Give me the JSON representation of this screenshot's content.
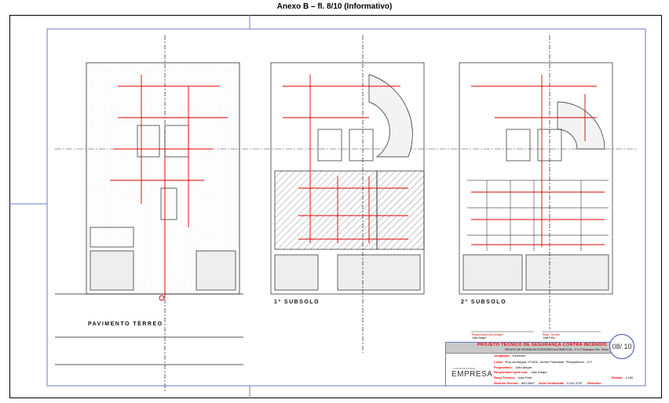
{
  "header": {
    "title": "Anexo B – fl. 8/10 (Informativo)"
  },
  "plans": [
    {
      "label": "PAVIMENTO TÉRREO"
    },
    {
      "label": "1º SUBSOLO"
    },
    {
      "label": "2º SUBSOLO"
    }
  ],
  "signatures": [
    {
      "role": "Responsável pelo projeto",
      "name": "João Alegre"
    },
    {
      "role": "Resp. Técnico",
      "name": "José Feliz"
    }
  ],
  "title_block": {
    "heading": "PROJETO TÉCNICO DE SEGURANÇA CONTRA INCÊNDIO",
    "subheading": "PROJETO DE SISTEMA DE EXTINTORES AUTOMÁTICOS - 1º e 2º Subsolos e Pav. Térreo",
    "sheet": "08/ 10",
    "logo_small": "CONSTRUTORA",
    "logo": "EMPRESA",
    "fields": [
      {
        "label": "Ocupação:",
        "value": "Escritório"
      },
      {
        "label": "Local:",
        "value": "Rua da Alegria, nº1000, Jardim Felicidade, Pesqueirinho - D.F."
      },
      {
        "label": "Proprietário:",
        "value": "João Alegre"
      },
      {
        "label": "Responsável pelo uso:",
        "value": "João Alegre"
      },
      {
        "label": "Resp.Técnico:",
        "value": "José Feliz"
      },
      {
        "label": "Área do Terreno:",
        "value": "600,00m²"
      },
      {
        "label": "Área Construída:",
        "value": "3.214,37m²"
      },
      {
        "label": "Desenho:",
        "value": ""
      },
      {
        "label": "Escala:",
        "value": "1:150"
      }
    ]
  },
  "colors": {
    "sprinkler": "#e00000",
    "frame": "#6b7bc6"
  }
}
